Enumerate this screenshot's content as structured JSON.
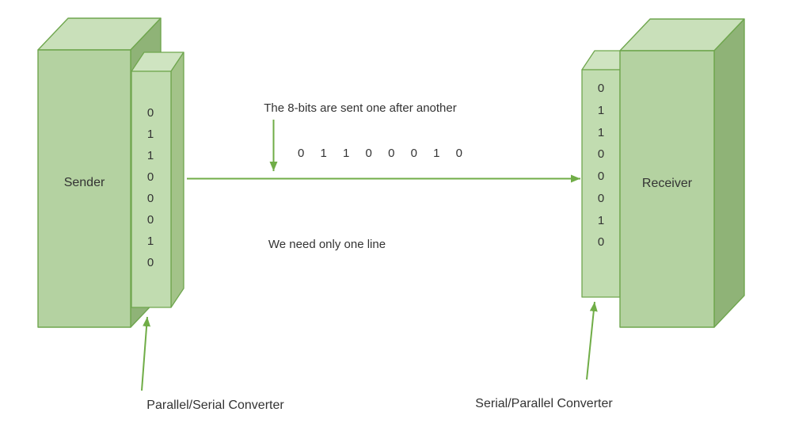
{
  "colors": {
    "background": "#ffffff",
    "box_front": "#b4d2a1",
    "box_top": "#c9e0ba",
    "box_side": "#8fb377",
    "converter_front": "#c1dcb0",
    "converter_top": "#cfe4c1",
    "converter_side": "#a3c389",
    "box_border": "#6fa64e",
    "arrow": "#70ad47",
    "text": "#333333"
  },
  "sender": {
    "label": "Sender"
  },
  "receiver": {
    "label": "Receiver"
  },
  "sender_converter": {
    "label": "Parallel/Serial Converter",
    "bits": [
      "0",
      "1",
      "1",
      "0",
      "0",
      "0",
      "1",
      "0"
    ]
  },
  "receiver_converter": {
    "label": "Serial/Parallel Converter",
    "bits": [
      "0",
      "1",
      "1",
      "0",
      "0",
      "0",
      "1",
      "0"
    ]
  },
  "channel": {
    "caption_top": "The 8-bits are sent one after another",
    "serial_bits": "0 1 1 0 0 0 1 0",
    "caption_bottom": "We need only one line"
  }
}
